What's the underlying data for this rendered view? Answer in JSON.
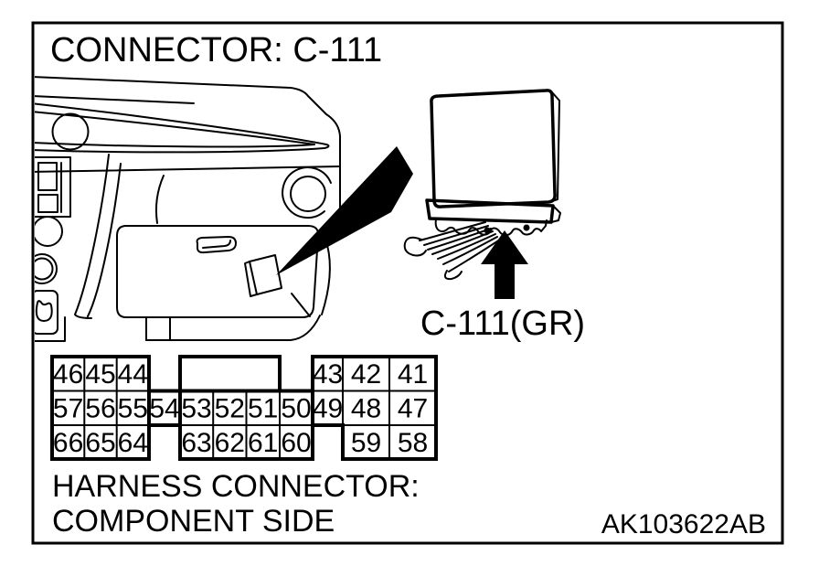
{
  "figure": {
    "title": "CONNECTOR: C-111",
    "callout_label": "C-111(GR)",
    "caption_line1": "HARNESS CONNECTOR:",
    "caption_line2": "COMPONENT SIDE",
    "figure_code": "AK103622AB"
  },
  "pinout": {
    "top_row": [
      "46",
      "45",
      "44",
      "43",
      "42",
      "41"
    ],
    "middle_row": [
      "57",
      "56",
      "55",
      "54",
      "53",
      "52",
      "51",
      "50",
      "49",
      "48",
      "47"
    ],
    "bottom_row": [
      "66",
      "65",
      "64",
      "63",
      "62",
      "61",
      "60",
      "59",
      "58"
    ]
  },
  "icons": {
    "callout_wedge": "filled-wedge-pointer",
    "location_arrow": "filled-up-arrow"
  },
  "colors": {
    "line": "#000000",
    "background": "#ffffff"
  }
}
